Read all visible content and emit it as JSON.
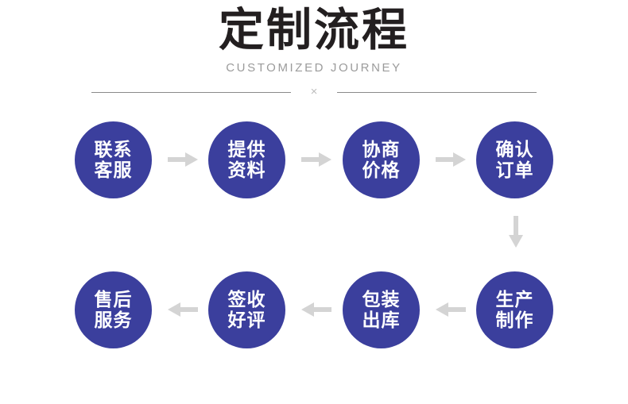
{
  "header": {
    "title": "定制流程",
    "subtitle": "CUSTOMIZED JOURNEY",
    "divider_symbol": "×"
  },
  "colors": {
    "node_fill": "#3b3f9d",
    "node_text": "#ffffff",
    "arrow": "#d4d4d4",
    "title_text": "#231f20",
    "subtitle_text": "#9b9b9b",
    "divider_line": "#8a8a8a",
    "background": "#ffffff"
  },
  "flow": {
    "steps": [
      {
        "index": 1,
        "line1": "联系",
        "line2": "客服",
        "row": 1
      },
      {
        "index": 2,
        "line1": "提供",
        "line2": "资料",
        "row": 1
      },
      {
        "index": 3,
        "line1": "协商",
        "line2": "价格",
        "row": 1
      },
      {
        "index": 4,
        "line1": "确认",
        "line2": "订单",
        "row": 1
      },
      {
        "index": 5,
        "line1": "生产",
        "line2": "制作",
        "row": 2
      },
      {
        "index": 6,
        "line1": "包装",
        "line2": "出库",
        "row": 2
      },
      {
        "index": 7,
        "line1": "签收",
        "line2": "好评",
        "row": 2
      },
      {
        "index": 8,
        "line1": "售后",
        "line2": "服务",
        "row": 2
      }
    ],
    "connectors": [
      {
        "name": "arrow-right-1",
        "direction": "right"
      },
      {
        "name": "arrow-right-2",
        "direction": "right"
      },
      {
        "name": "arrow-right-3",
        "direction": "right"
      },
      {
        "name": "arrow-down-1",
        "direction": "down"
      },
      {
        "name": "arrow-left-1",
        "direction": "left"
      },
      {
        "name": "arrow-left-2",
        "direction": "left"
      },
      {
        "name": "arrow-left-3",
        "direction": "left"
      }
    ]
  }
}
